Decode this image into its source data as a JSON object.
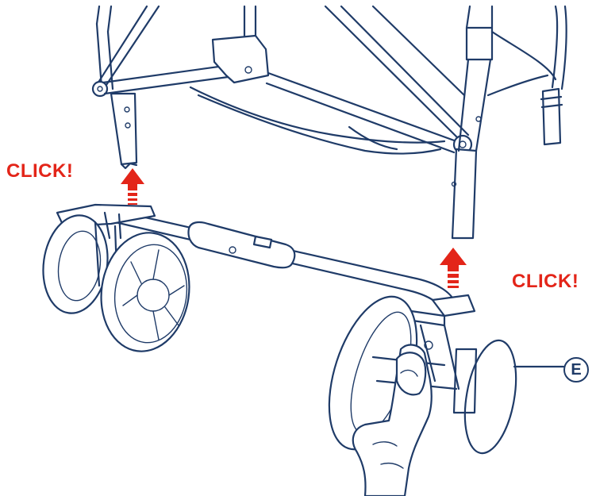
{
  "labels": {
    "click_left": "CLICK!",
    "click_right": "CLICK!",
    "callout": "E"
  },
  "colors": {
    "line": "#1f3b68",
    "accent": "#e32519"
  }
}
